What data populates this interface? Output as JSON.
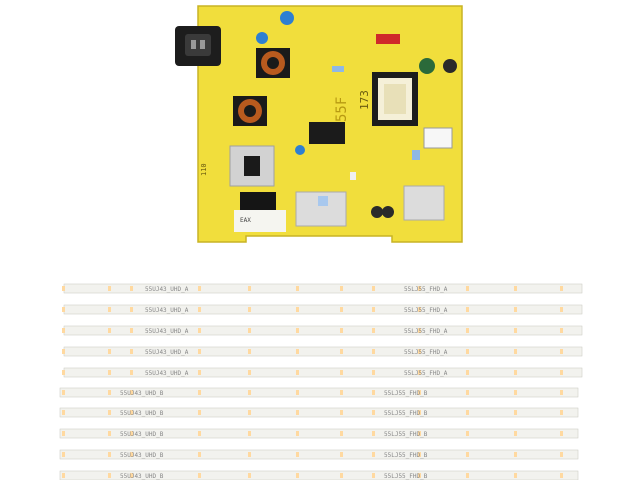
{
  "board": {
    "model_mark": "55F",
    "code_173": "173",
    "label_eax": "EAX",
    "side_code": "110"
  },
  "strips": {
    "row_texts": [
      {
        "left": "55UJ43_UHD_A",
        "right": "55LJ55_FHD_A"
      },
      {
        "left": "55UJ43_UHD_A",
        "right": "55LJ55_FHD_A"
      },
      {
        "left": "55UJ43_UHD_A",
        "right": "55LJ55_FHD_A"
      },
      {
        "left": "55UJ43_UHD_A",
        "right": "55LJ55_FHD_A"
      },
      {
        "left": "55UJ43_UHD_A",
        "right": "55LJ55_FHD_A"
      },
      {
        "left": "55UJ43_UHD_B",
        "right": "55LJ55_FHD_B"
      },
      {
        "left": "55UJ43_UHD_B",
        "right": "55LJ55_FHD_B"
      },
      {
        "left": "55UJ43_UHD_B",
        "right": "55LJ55_FHD_B"
      },
      {
        "left": "55UJ43_UHD_B",
        "right": "55LJ55_FHD_B"
      },
      {
        "left": "55UJ43_UHD_B",
        "right": "55LJ55_FHD_B"
      }
    ]
  },
  "colors": {
    "pcb": "#f1de3c",
    "strip": "#f2f2ee",
    "led": "#ffd9a0"
  }
}
